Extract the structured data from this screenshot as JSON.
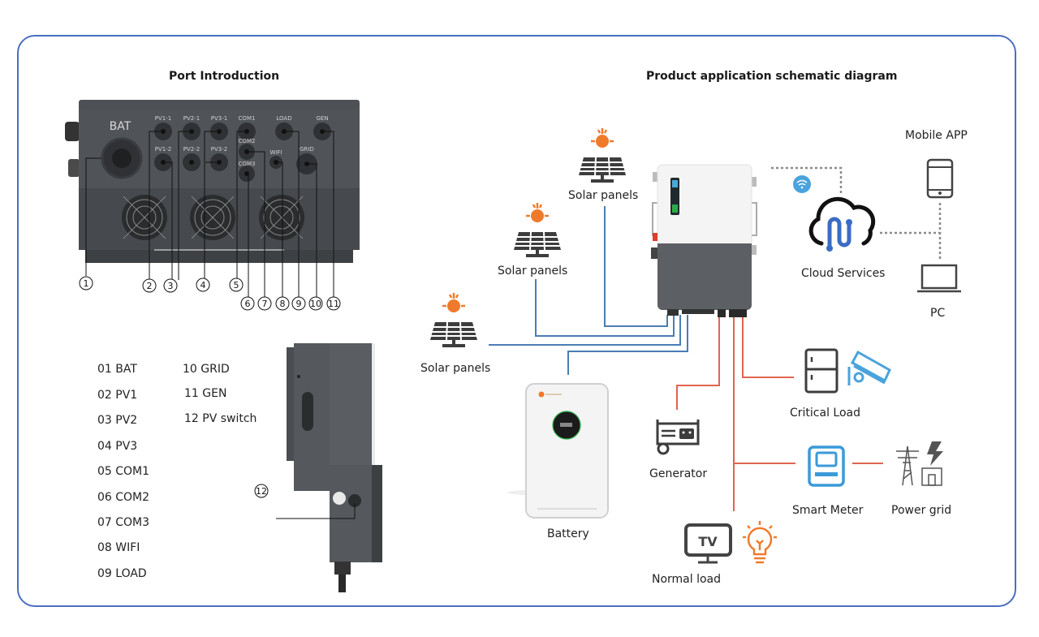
{
  "left_panel": {
    "title": "Port Introduction",
    "device_labels": {
      "bat": "BAT",
      "ports": [
        "PV1-1",
        "PV2-1",
        "PV3-1",
        "COM1",
        "LOAD",
        "GEN",
        "PV1-2",
        "PV2-2",
        "PV3-2",
        "COM2",
        "WIFI",
        "GRID",
        "COM3"
      ]
    },
    "callout_numbers": [
      "1",
      "2",
      "3",
      "4",
      "5",
      "6",
      "7",
      "8",
      "9",
      "10",
      "11",
      "12"
    ],
    "legend": [
      "01 BAT",
      "02 PV1",
      "03 PV2",
      "04 PV3",
      "05 COM1",
      "06 COM2",
      "07 COM3",
      "08 WIFI",
      "09 LOAD",
      "10 GRID",
      "11 GEN",
      "12 PV switch"
    ]
  },
  "right_panel": {
    "title": "Product application schematic diagram",
    "nodes": {
      "solar_1": "Solar panels",
      "solar_2": "Solar panels",
      "solar_3": "Solar panels",
      "battery": "Battery",
      "generator": "Generator",
      "normal_load": "Normal load",
      "critical_load": "Critical Load",
      "smart_meter": "Smart Meter",
      "power_grid": "Power grid",
      "cloud": "Cloud Services",
      "mobile": "Mobile APP",
      "pc": "PC"
    },
    "tv_text": "TV"
  },
  "colors": {
    "frame": "#4a6fc0",
    "dc_line": "#4a7db5",
    "ac_line": "#e0654f",
    "icon_dark": "#3d3d3d",
    "sun": "#f07a2b",
    "accent_blue": "#3a9ad9",
    "inverter_gray": "#555a5e"
  }
}
